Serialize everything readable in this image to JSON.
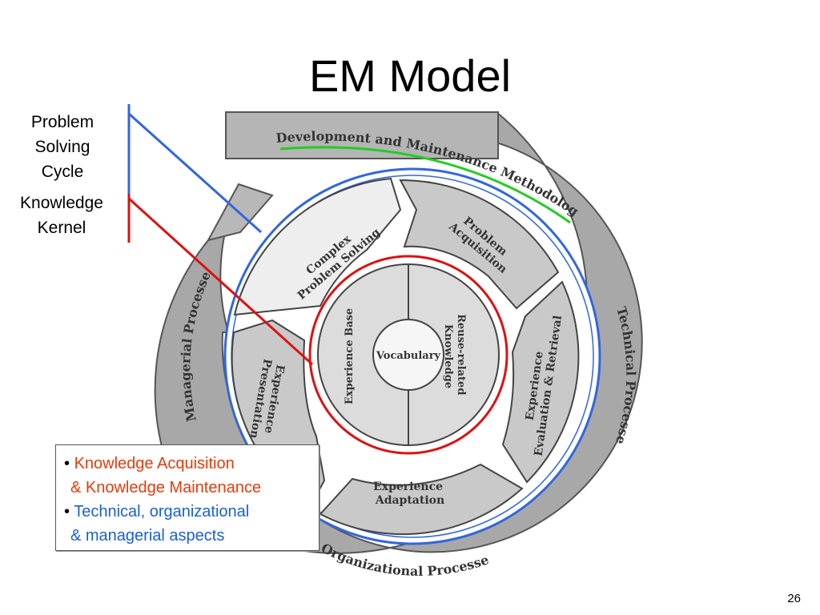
{
  "slide": {
    "title": "EM Model",
    "page_number": "26"
  },
  "side_labels": {
    "problem_solving_cycle": [
      "Problem",
      "Solving",
      "Cycle"
    ],
    "knowledge_kernel": [
      "Knowledge",
      "Kernel"
    ]
  },
  "diagram": {
    "outer_band": "Development and Maintenance Methodology:",
    "managerial": "Managerial Processes",
    "technical": "Technical Processes",
    "organizational": "Organizational Processes",
    "segments": {
      "complex_problem_solving": [
        "Complex",
        "Problem Solving"
      ],
      "problem_acquisition": [
        "Problem",
        "Acquisition"
      ],
      "experience_evaluation": [
        "Experience",
        "Evaluation & Retrieval"
      ],
      "experience_adaptation": [
        "Experience",
        "Adaptation"
      ],
      "experience_presentation": [
        "Experience",
        "Presentation"
      ]
    },
    "core": {
      "experience_base": "Experience Base",
      "reuse_knowledge": [
        "Reuse-related",
        "Knowledge"
      ],
      "vocabulary": "Vocabulary"
    },
    "colors": {
      "problem_solving_cycle": "#3366dd",
      "knowledge_kernel": "#dd1111",
      "highlight": "#22cc22"
    }
  },
  "legend": {
    "item1_line1": "Knowledge Acquisition",
    "item1_line2": "& Knowledge Maintenance",
    "item2_line1": "Technical, organizational",
    "item2_line2": "& managerial aspects",
    "bullet": "•",
    "item1_color": "#e83a0c",
    "item2_color": "#1a5fd6"
  }
}
